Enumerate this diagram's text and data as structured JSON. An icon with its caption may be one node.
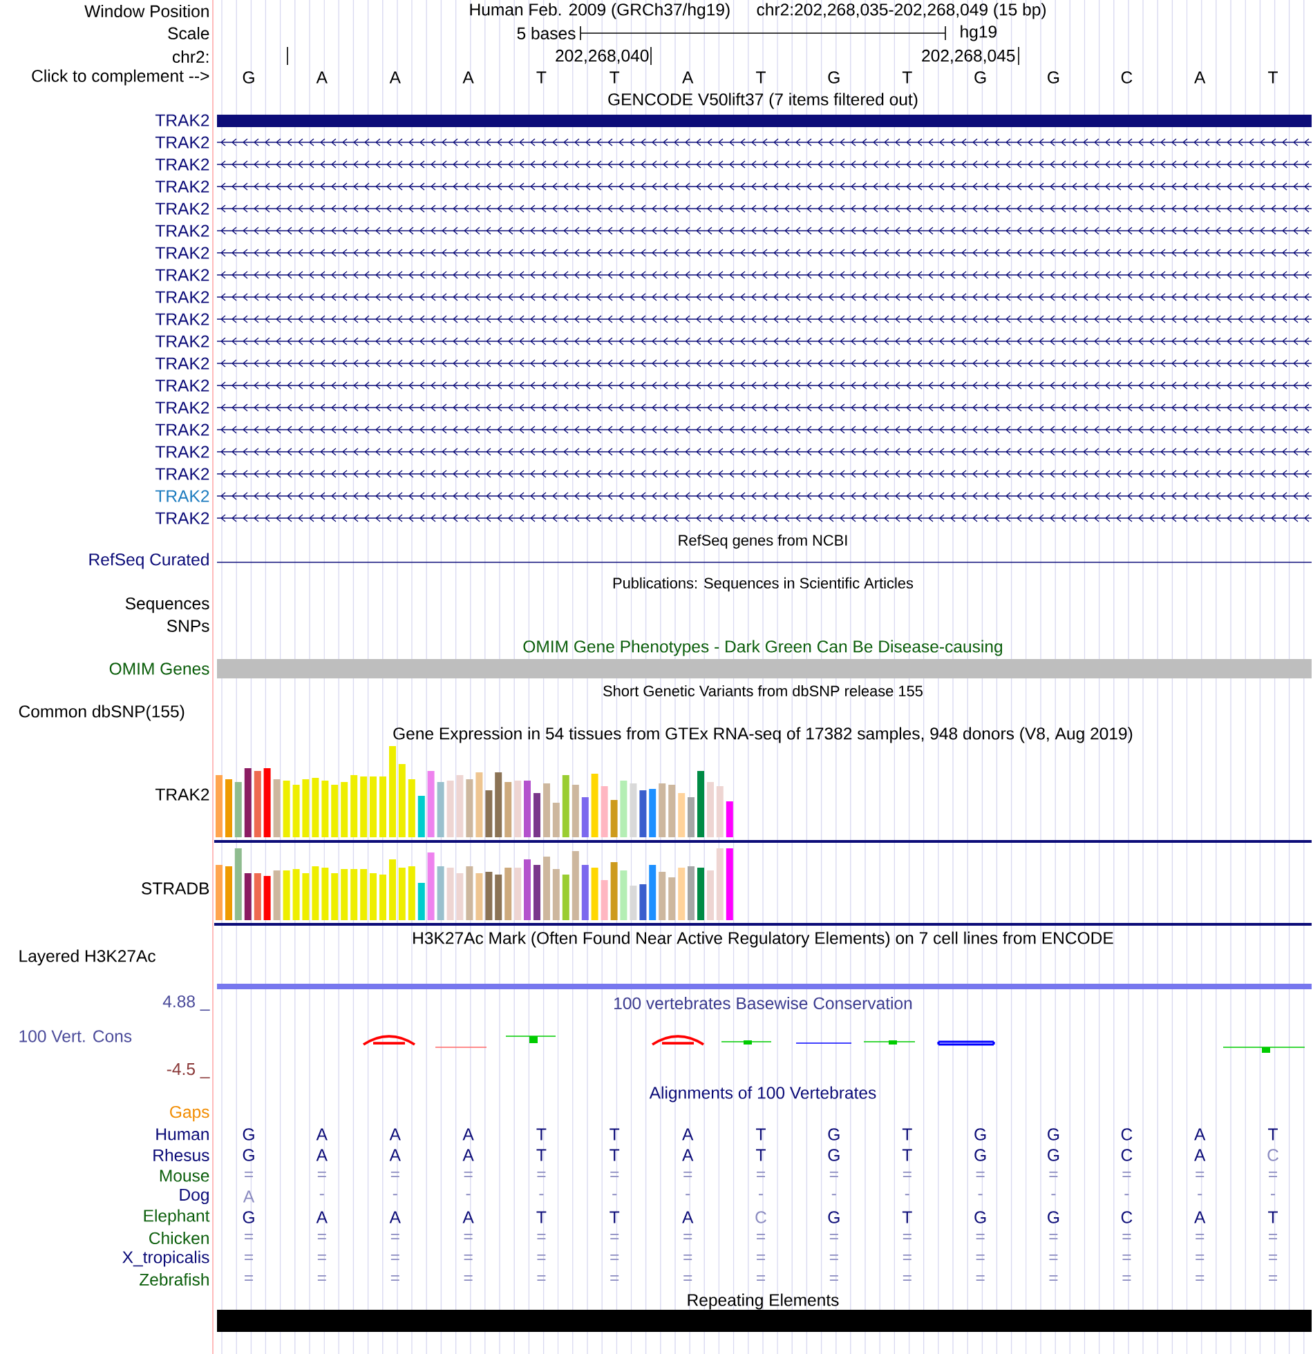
{
  "diagram": {
    "labels": [
      "Window Position",
      "Human Feb. 2009 (GRCh37/hg19)",
      "chr2:202,268,035-202,268,049 (15 bp)",
      "Scale",
      "5 bases",
      "hg19",
      "chr2:",
      "202,268,040",
      "202,268,045",
      "Click to complement -->",
      "G",
      "A",
      "A",
      "A",
      "T",
      "T",
      "A",
      "T",
      "G",
      "T",
      "G",
      "G",
      "C",
      "A",
      "T",
      "GENCODE V50lift37 (7 items filtered out)",
      "TRAK2",
      "TRAK2",
      "TRAK2",
      "TRAK2",
      "TRAK2",
      "TRAK2",
      "TRAK2",
      "TRAK2",
      "TRAK2",
      "TRAK2",
      "TRAK2",
      "TRAK2",
      "TRAK2",
      "TRAK2",
      "TRAK2",
      "TRAK2",
      "TRAK2",
      "TRAK2",
      "TRAK2",
      "RefSeq genes from NCBI",
      "RefSeq Curated",
      "Publications: Sequences in Scientific Articles",
      "Sequences",
      "SNPs",
      "OMIM Gene Phenotypes - Dark Green Can Be Disease-causing",
      "OMIM Genes",
      "Short Genetic Variants from dbSNP release 155",
      "Common dbSNP(155)",
      "Gene Expression in 54 tissues from GTEx RNA-seq of 17382 samples, 948 donors (V8, Aug 2019)",
      "TRAK2",
      "STRADB",
      "H3K27Ac Mark (Often Found Near Active Regulatory Elements) on 7 cell lines from ENCODE",
      "Layered H3K27Ac",
      "4.88 _",
      "100 vertebrates Basewise Conservation",
      "100 Vert. Cons",
      "-4.5 _",
      "Alignments of 100 Vertebrates",
      "Gaps",
      "Human",
      "G",
      "A",
      "A",
      "A",
      "T",
      "T",
      "A",
      "T",
      "G",
      "T",
      "G",
      "G",
      "C",
      "A",
      "T",
      "Rhesus",
      "G",
      "A",
      "A",
      "A",
      "T",
      "T",
      "A",
      "T",
      "G",
      "T",
      "G",
      "G",
      "C",
      "A",
      "C",
      "Mouse",
      "=",
      "=",
      "=",
      "=",
      "=",
      "=",
      "=",
      "=",
      "=",
      "=",
      "=",
      "=",
      "=",
      "=",
      "=",
      "Dog",
      "A",
      "-",
      "-",
      "-",
      "-",
      "-",
      "-",
      "-",
      "-",
      "-",
      "-",
      "-",
      "-",
      "-",
      "-",
      "Elephant",
      "G",
      "A",
      "A",
      "A",
      "T",
      "T",
      "A",
      "C",
      "G",
      "T",
      "G",
      "G",
      "C",
      "A",
      "T",
      "Chicken",
      "=",
      "=",
      "=",
      "=",
      "=",
      "=",
      "=",
      "=",
      "=",
      "=",
      "=",
      "=",
      "=",
      "=",
      "=",
      "X_tropicalis",
      "=",
      "=",
      "=",
      "=",
      "=",
      "=",
      "=",
      "=",
      "=",
      "=",
      "=",
      "=",
      "=",
      "=",
      "=",
      "Zebrafish",
      "=",
      "=",
      "=",
      "=",
      "=",
      "=",
      "=",
      "=",
      "=",
      "=",
      "=",
      "=",
      "=",
      "=",
      "=",
      "Repeating Elements"
    ]
  }
}
